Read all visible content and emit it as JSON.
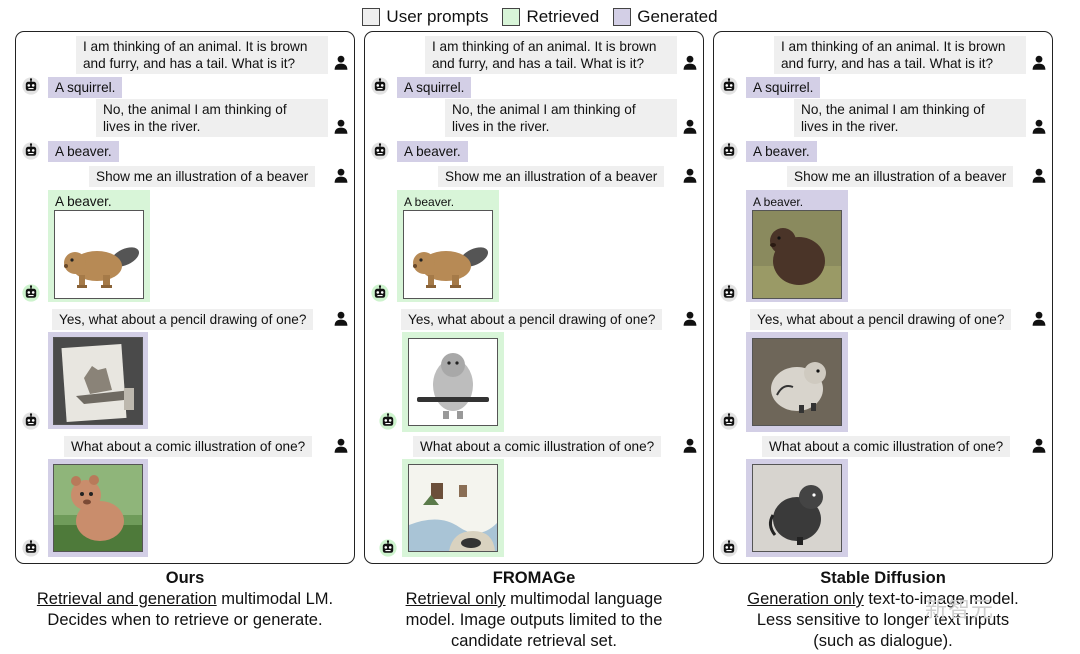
{
  "legend": {
    "user": "User prompts",
    "retrieved": "Retrieved",
    "generated": "Generated",
    "colors": {
      "user": "#efefef",
      "retrieved": "#d8f5d8",
      "generated": "#d3cfe6"
    }
  },
  "dialogue": {
    "prompt1": "I am thinking of an animal. It is brown and furry, and has a tail. What is it?",
    "prompt1_line1": "I am thinking of an animal. It is brown",
    "prompt1_line2": "and furry, and has a tail. What is it?",
    "reply1": "A squirrel.",
    "prompt2_line1": "No, the animal I am thinking of",
    "prompt2_line2": "lives in the river.",
    "reply2": "A beaver.",
    "prompt3": "Show me an illustration of a beaver",
    "image_caption": "A beaver.",
    "prompt4": "Yes, what about a pencil drawing of one?",
    "prompt5": "What about a comic illustration of one?"
  },
  "columns": [
    {
      "name": "Ours",
      "desc_underlined": "Retrieval and generation",
      "desc_rest_1": " multimodal LM.",
      "desc_line2": "Decides when to retrieve or generate.",
      "desc_line3": ""
    },
    {
      "name": "FROMAGe",
      "desc_underlined": "Retrieval only",
      "desc_rest_1": " multimodal language",
      "desc_line2": "model. Image outputs limited to the",
      "desc_line3": "candidate retrieval set."
    },
    {
      "name": "Stable Diffusion",
      "desc_underlined": "Generation only",
      "desc_rest_1": " text-to-image model.",
      "desc_line2": "Less sensitive to longer text inputs",
      "desc_line3": "(such as dialogue)."
    }
  ],
  "watermark": "新智元",
  "icons": {
    "user": "person-icon",
    "bot": "robot-icon"
  }
}
